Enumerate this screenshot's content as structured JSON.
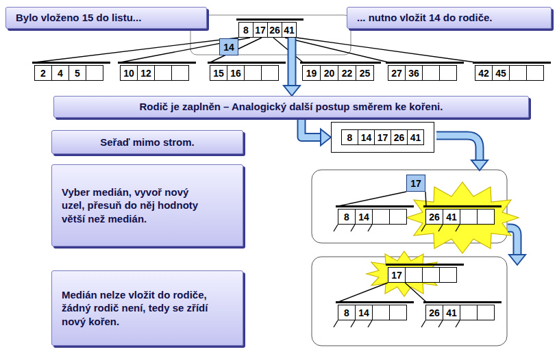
{
  "diagram": {
    "nodes": [
      {
        "text": [
          "Bylo vloženo 15 do listu..."
        ]
      },
      {
        "text": [
          "8",
          "17",
          "26",
          "41"
        ]
      },
      {
        "text": [
          "... nutno vložit 14 do rodiče."
        ]
      },
      {
        "text": [
          "14"
        ]
      },
      {
        "text": [
          "2",
          "4",
          "5"
        ]
      },
      {
        "text": [
          "10",
          "12"
        ]
      },
      {
        "text": [
          "15",
          "16"
        ]
      },
      {
        "text": [
          "19",
          "20",
          "22",
          "25"
        ]
      },
      {
        "text": [
          "27",
          "36"
        ]
      },
      {
        "text": [
          "42",
          "45"
        ]
      },
      {
        "text": [
          "Rodič je zaplněn – Analogický další postup směrem ke kořeni."
        ]
      },
      {
        "text": [
          "Seřaď mimo strom."
        ]
      },
      {
        "text": [
          "8",
          "14",
          "17",
          "26",
          "41"
        ]
      },
      {
        "text": [
          "Vyber medián, vyvoř nový uzel, přesuň do něj hodnoty větší než medián."
        ]
      },
      {
        "text": [
          "17"
        ]
      },
      {
        "text": [
          "8",
          "14"
        ]
      },
      {
        "text": [
          "26",
          "41"
        ]
      },
      {
        "text": [
          "Medián nelze vložit do rodiče, žádný rodič není, tedy se zřídí nový kořen."
        ]
      },
      {
        "text": [
          "17"
        ]
      },
      {
        "text": [
          "8",
          "14"
        ]
      },
      {
        "text": [
          "26",
          "41"
        ]
      }
    ],
    "edges": [
      {
        "from": 1,
        "to": 4,
        "arrow": "none"
      },
      {
        "from": 1,
        "to": 5,
        "arrow": "none"
      },
      {
        "from": 1,
        "to": 6,
        "arrow": "none"
      },
      {
        "from": 1,
        "to": 7,
        "arrow": "none"
      },
      {
        "from": 1,
        "to": 8,
        "arrow": "none"
      },
      {
        "from": 1,
        "to": 9,
        "arrow": "none"
      },
      {
        "from": 1,
        "to": 10,
        "arrow": "to"
      },
      {
        "from": 10,
        "to": 12,
        "arrow": "to"
      },
      {
        "from": 14,
        "to": 15,
        "arrow": "none"
      },
      {
        "from": 14,
        "to": 16,
        "arrow": "none"
      },
      {
        "from": 18,
        "to": 19,
        "arrow": "none"
      },
      {
        "from": 18,
        "to": 20,
        "arrow": "none"
      }
    ]
  }
}
